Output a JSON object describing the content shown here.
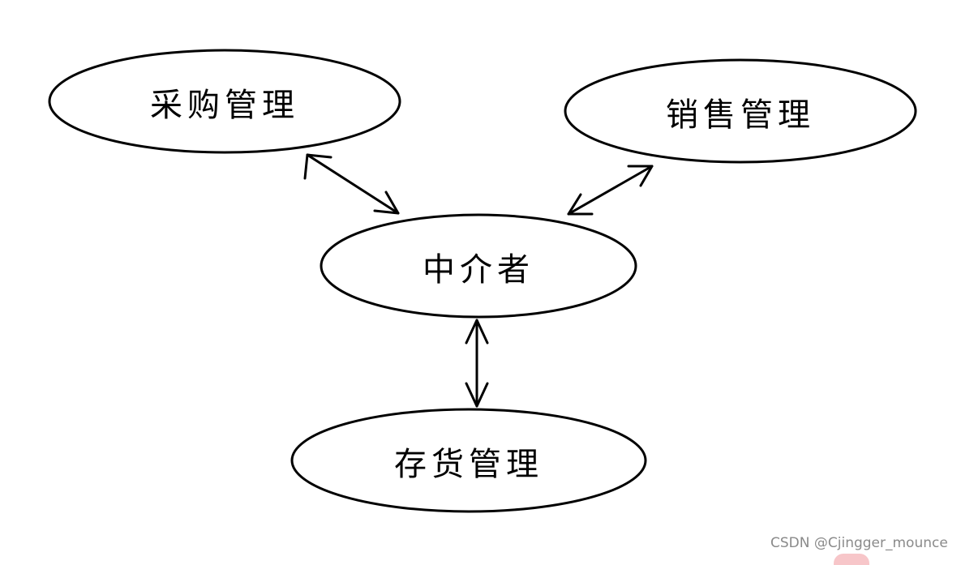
{
  "diagram": {
    "nodes": [
      {
        "id": "purchase",
        "label": "采购管理"
      },
      {
        "id": "sales",
        "label": "销售管理"
      },
      {
        "id": "mediator",
        "label": "中介者"
      },
      {
        "id": "inventory",
        "label": "存货管理"
      }
    ],
    "edges": [
      {
        "from": "purchase",
        "to": "mediator",
        "direction": "both"
      },
      {
        "from": "sales",
        "to": "mediator",
        "direction": "both"
      },
      {
        "from": "mediator",
        "to": "inventory",
        "direction": "both"
      }
    ],
    "colors": {
      "stroke": "#000000",
      "fill": "#ffffff",
      "watermark": "#8a8a8a"
    }
  },
  "watermark": {
    "text": "CSDN @Cjingger_mounce"
  }
}
